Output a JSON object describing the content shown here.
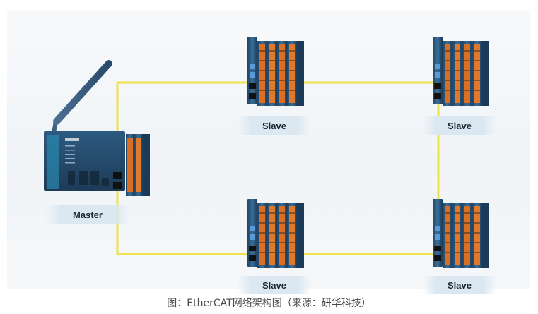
{
  "diagram": {
    "master_label": "Master",
    "slave_labels": [
      "Slave",
      "Slave",
      "Slave",
      "Slave"
    ],
    "cable_color": "#f0e24a",
    "device_color": "#2f5f86",
    "terminal_color": "#e07a2a"
  },
  "caption": "图：EtherCAT网络架构图（来源：研华科技）"
}
